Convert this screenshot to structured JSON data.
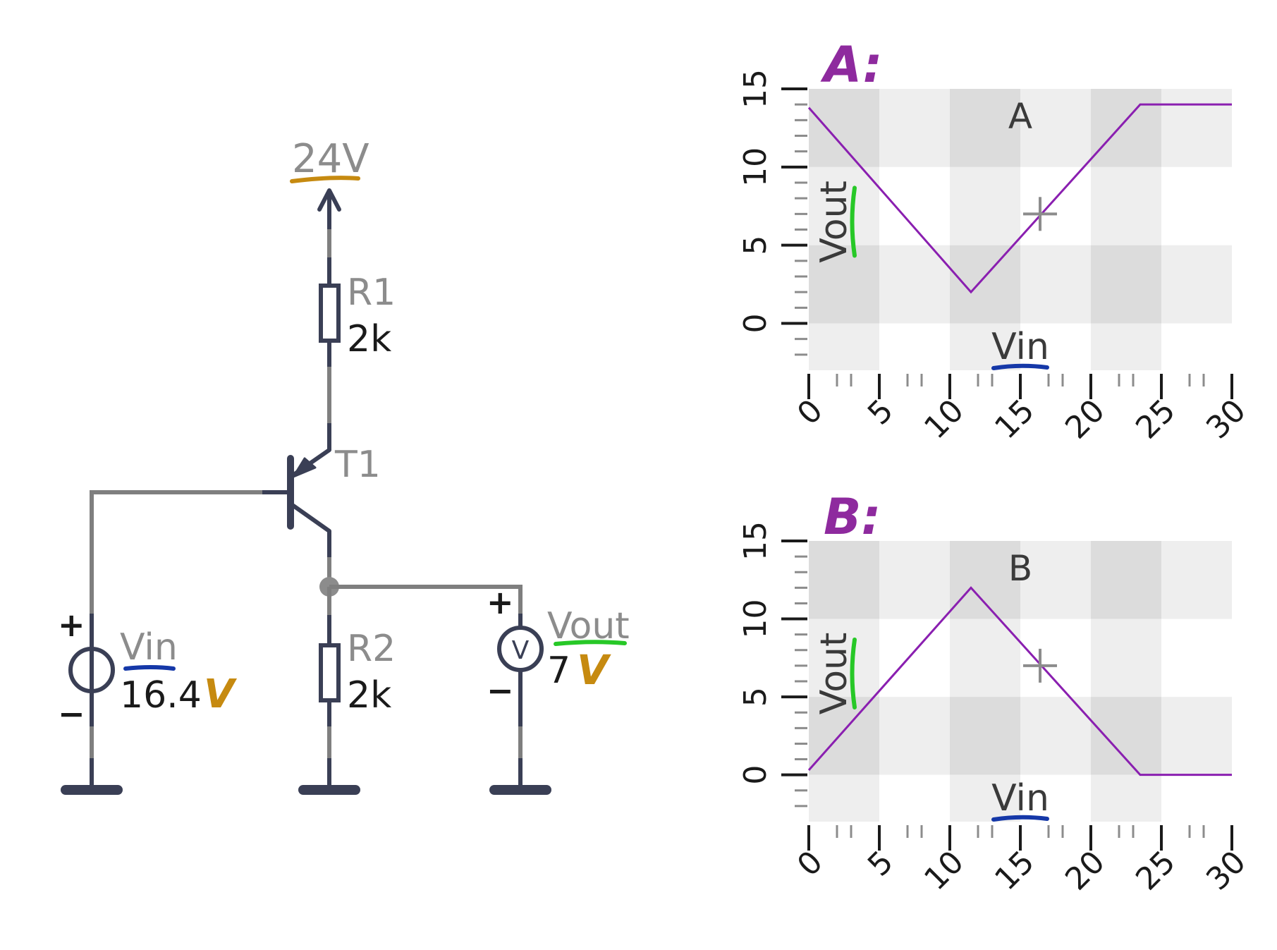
{
  "circuit": {
    "supply_label": "24V",
    "r1": {
      "name": "R1",
      "value": "2k"
    },
    "r2": {
      "name": "R2",
      "value": "2k"
    },
    "t1": {
      "name": "T1"
    },
    "vin": {
      "name": "Vin",
      "value": "16.4",
      "unit": "V"
    },
    "vout": {
      "name": "Vout",
      "value": "7",
      "unit": "V"
    },
    "plus_sign": "+",
    "minus_sign": "−",
    "meter_symbol": "V"
  },
  "colors": {
    "wire": "#7f7f7f",
    "component": "#3a3f55",
    "plot_line": "#8a1fb0",
    "handwritten_purple": "#8e2a9e",
    "underline_orange": "#c68a10",
    "underline_blue": "#1538a8",
    "underline_green": "#27c827",
    "grid_light": "#eeeeee",
    "grid_dark": "#dcdcdc"
  },
  "chart_data": [
    {
      "type": "line",
      "handwritten_label": "A:",
      "title": "A",
      "xlabel": "Vin",
      "ylabel": "Vout",
      "xlim": [
        0,
        30
      ],
      "ylim": [
        -3,
        15
      ],
      "xticks": [
        "0",
        "5",
        "10",
        "15",
        "20",
        "25",
        "30"
      ],
      "yticks": [
        "0",
        "5",
        "10",
        "15"
      ],
      "marker": {
        "x": 16.4,
        "y": 7,
        "symbol": "+"
      },
      "series": [
        {
          "x": [
            0,
            11.5,
            23.5,
            30
          ],
          "y": [
            13.8,
            2,
            14,
            14
          ]
        }
      ]
    },
    {
      "type": "line",
      "handwritten_label": "B:",
      "title": "B",
      "xlabel": "Vin",
      "ylabel": "Vout",
      "xlim": [
        0,
        30
      ],
      "ylim": [
        -3,
        15
      ],
      "xticks": [
        "0",
        "5",
        "10",
        "15",
        "20",
        "25",
        "30"
      ],
      "yticks": [
        "0",
        "5",
        "10",
        "15"
      ],
      "marker": {
        "x": 16.4,
        "y": 7,
        "symbol": "+"
      },
      "series": [
        {
          "x": [
            0,
            11.5,
            23.5,
            30
          ],
          "y": [
            0.3,
            12,
            0,
            0
          ]
        }
      ]
    }
  ]
}
